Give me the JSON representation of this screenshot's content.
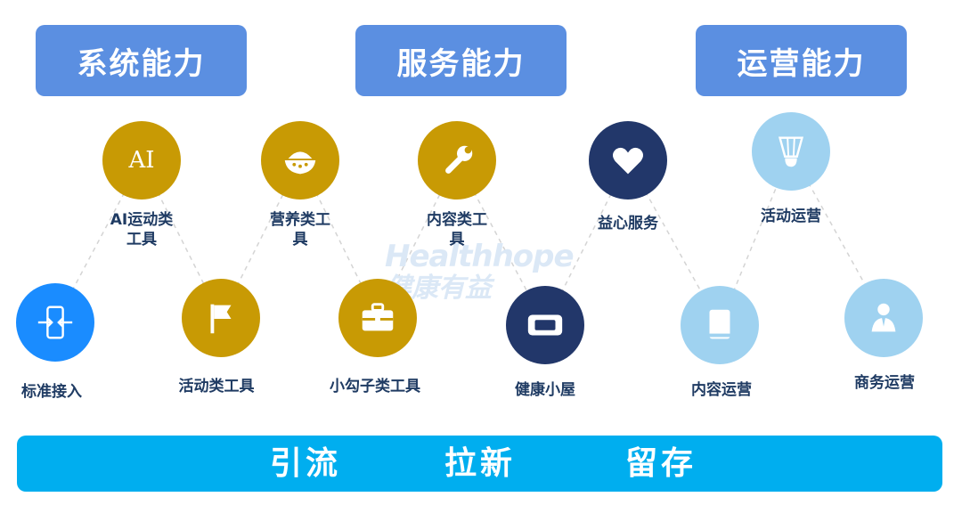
{
  "categories": {
    "system": "系统能力",
    "service": "服务能力",
    "ops": "运营能力"
  },
  "nodes": {
    "standard_access": {
      "label": "标准接入",
      "icon": "connect-arrows-icon",
      "color": "#1a8cff"
    },
    "ai_sport": {
      "label": "AI运动类\n工具",
      "icon": "ai-text-icon",
      "color": "#c89a04"
    },
    "activity_tools": {
      "label": "活动类工具",
      "icon": "flag-icon",
      "color": "#c89a04"
    },
    "nutrition": {
      "label": "营养类工\n具",
      "icon": "food-bowl-icon",
      "color": "#c89a04"
    },
    "hook_tools": {
      "label": "小勾子类工具",
      "icon": "toolbox-icon",
      "color": "#c89a04"
    },
    "content_tools": {
      "label": "内容类工\n具",
      "icon": "wrench-icon",
      "color": "#c89a04"
    },
    "health_hut": {
      "label": "健康小屋",
      "icon": "device-screen-icon",
      "color": "#22376a"
    },
    "yixin": {
      "label": "益心服务",
      "icon": "heart-icon",
      "color": "#22376a"
    },
    "content_ops": {
      "label": "内容运营",
      "icon": "book-icon",
      "color": "#9fd2f0"
    },
    "activity_ops": {
      "label": "活动运营",
      "icon": "shuttlecock-icon",
      "color": "#9fd2f0"
    },
    "business_ops": {
      "label": "商务运营",
      "icon": "person-icon",
      "color": "#9fd2f0"
    }
  },
  "ai_text": "AI",
  "watermark": {
    "en": "Healthhope",
    "zh": "健康有益"
  },
  "bottom": [
    "引流",
    "拉新",
    "留存"
  ]
}
